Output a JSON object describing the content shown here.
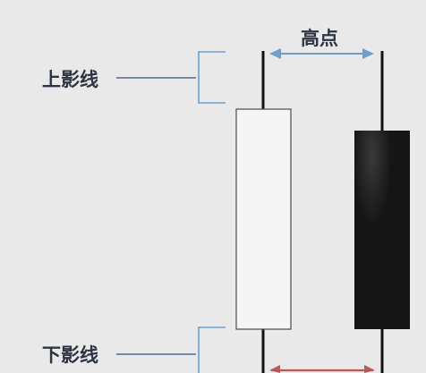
{
  "labels": {
    "high_point": "高点",
    "upper_shadow": "上影线",
    "lower_shadow": "下影线"
  },
  "colors": {
    "background": "#e9e9e9",
    "arrow_high": "#6f9fc9",
    "arrow_low": "#b75a5a",
    "bracket": "#6f9fc9",
    "leader_line": "#4d6a92",
    "wick": "#111111",
    "bull_body": "#f5f5f5",
    "bear_body": "#151515",
    "text": "#2d3442"
  }
}
